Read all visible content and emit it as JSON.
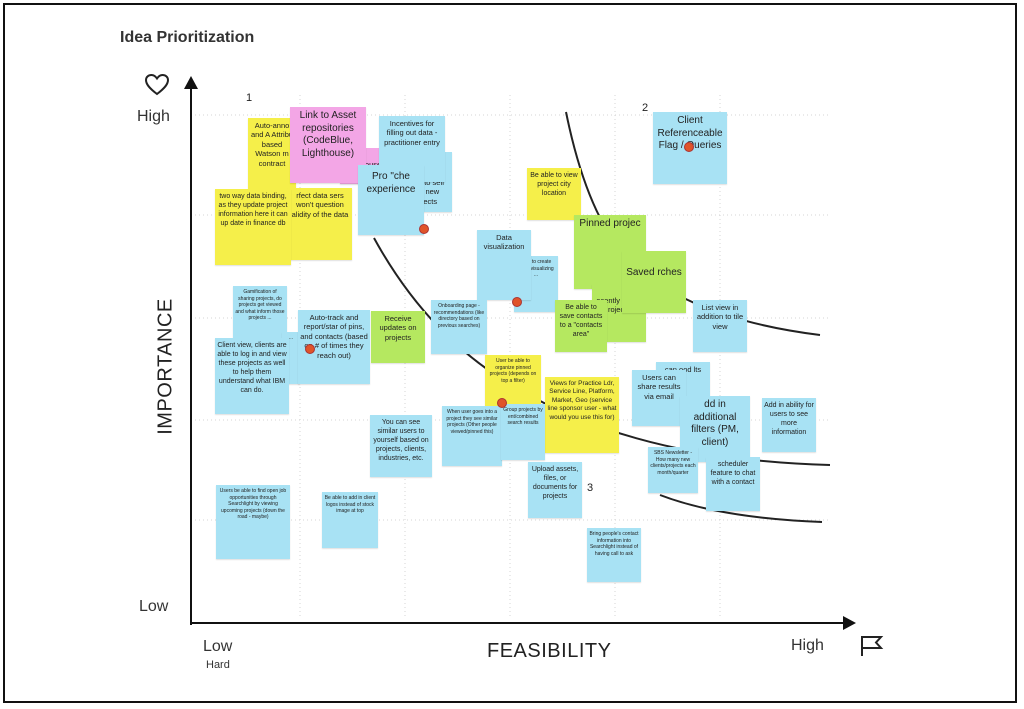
{
  "title": "Idea Prioritization",
  "axes": {
    "y_title": "IMPORTANCE",
    "x_title": "FEASIBILITY",
    "y_high": "High",
    "y_low": "Low",
    "x_low": "Low",
    "x_low_sub": "Hard",
    "x_high": "High",
    "y_icon": "heart-icon",
    "x_icon": "flag-icon"
  },
  "quadrant_labels": [
    "1",
    "2",
    "3"
  ],
  "colors": {
    "blue": "#a8e2f4",
    "yellow": "#f5ef4a",
    "green": "#b5e860",
    "pink": "#f3a6e6",
    "dot": "#e0542a"
  },
  "notes": [
    {
      "id": "auto-annotate",
      "color": "yellow",
      "text": "Auto-anno and A Attribu based Watson m contract"
    },
    {
      "id": "link-to-asset",
      "color": "pink",
      "text": "Link to Asset repositories (CodeBlue, Lighthouse)"
    },
    {
      "id": "lighthouse",
      "color": "pink",
      "text": "s (Lighthouse)"
    },
    {
      "id": "incentives",
      "color": "blue",
      "text": "Incentives for filling out data - practitioner entry"
    },
    {
      "id": "users-to-self",
      "color": "blue",
      "text": "users to self their new projects"
    },
    {
      "id": "pro-check",
      "color": "blue",
      "text": "Pro \"che experience"
    },
    {
      "id": "perfect-data",
      "color": "yellow",
      "text": "rfect data sers won't question alidity of the data"
    },
    {
      "id": "two-way",
      "color": "yellow",
      "text": "two way data binding, as they update project information here it can up date in finance db"
    },
    {
      "id": "view-city",
      "color": "yellow",
      "text": "Be able to view project city location"
    },
    {
      "id": "client-ref",
      "color": "blue",
      "text": "Client Referenceable Flag / Queries"
    },
    {
      "id": "data-viz",
      "color": "blue",
      "text": "Data visualization"
    },
    {
      "id": "viz-small",
      "color": "blue",
      "text": "user to create dash visualizing ..."
    },
    {
      "id": "pinned",
      "color": "green",
      "text": "Pinned projec"
    },
    {
      "id": "saved-searches",
      "color": "green",
      "text": "Saved rches"
    },
    {
      "id": "recently-viewed",
      "color": "green",
      "text": "ecently iewed rojects"
    },
    {
      "id": "save-contacts",
      "color": "green",
      "text": "Be able to save contacts to a \"contacts area\""
    },
    {
      "id": "list-view",
      "color": "blue",
      "text": "List view in addition to tile view"
    },
    {
      "id": "gamification",
      "color": "blue",
      "text": "Gamification of sharing projects, do projects get viewed and what inform those projects ..."
    },
    {
      "id": "client-view",
      "color": "blue",
      "text": "Client view, clients are able to log in and view these projects as well to help them understand what IBM can do."
    },
    {
      "id": "small-left",
      "color": "blue",
      "text": "..."
    },
    {
      "id": "auto-track",
      "color": "blue",
      "text": "Auto-track and report/star of pins, and contacts (based on # of times they reach out)"
    },
    {
      "id": "receive-updates",
      "color": "green",
      "text": "Receive updates on projects"
    },
    {
      "id": "onboarding",
      "color": "blue",
      "text": "Onboarding page - recommendations (like directory based on previous searches)"
    },
    {
      "id": "organize-pinned",
      "color": "yellow",
      "text": "User be able to organize pinned projects (depends on top a filter)"
    },
    {
      "id": "views-practice",
      "color": "yellow",
      "text": "Views for Practice Ldr, Service Line, Platform, Market, Geo (service line sponsor user - what would you use this for)"
    },
    {
      "id": "users-share",
      "color": "blue",
      "text": "Users can share results via email"
    },
    {
      "id": "can-good",
      "color": "blue",
      "text": "can ood lts"
    },
    {
      "id": "additional-filters",
      "color": "blue",
      "text": "dd in additional filters (PM, client)"
    },
    {
      "id": "add-ability",
      "color": "blue",
      "text": "Add in ability for users to see more information"
    },
    {
      "id": "similar-users",
      "color": "blue",
      "text": "You can see similar users to yourself based on projects, clients, industries, etc."
    },
    {
      "id": "user-goes",
      "color": "blue",
      "text": "When user goes into a project they see similar projects (Other people viewed/pinned this)"
    },
    {
      "id": "group-projects",
      "color": "blue",
      "text": "Group projects by ent/combined search results"
    },
    {
      "id": "upload-assets",
      "color": "blue",
      "text": "Upload assets, files, or documents for projects"
    },
    {
      "id": "newsletter",
      "color": "blue",
      "text": "SBS Newsletter - How many new clients/projects each month/quarter"
    },
    {
      "id": "scheduler",
      "color": "blue",
      "text": "scheduler feature to chat with a contact"
    },
    {
      "id": "find-jobs",
      "color": "blue",
      "text": "Users be able to find open job opportunities through Searchlight by viewing upcoming projects (down the road - maybe)"
    },
    {
      "id": "client-logos",
      "color": "blue",
      "text": "Be able to add in client logos instead of stock image at top"
    },
    {
      "id": "bring-contacts",
      "color": "blue",
      "text": "Bring people's contact information into Searchlight instead of having call to ask"
    }
  ]
}
